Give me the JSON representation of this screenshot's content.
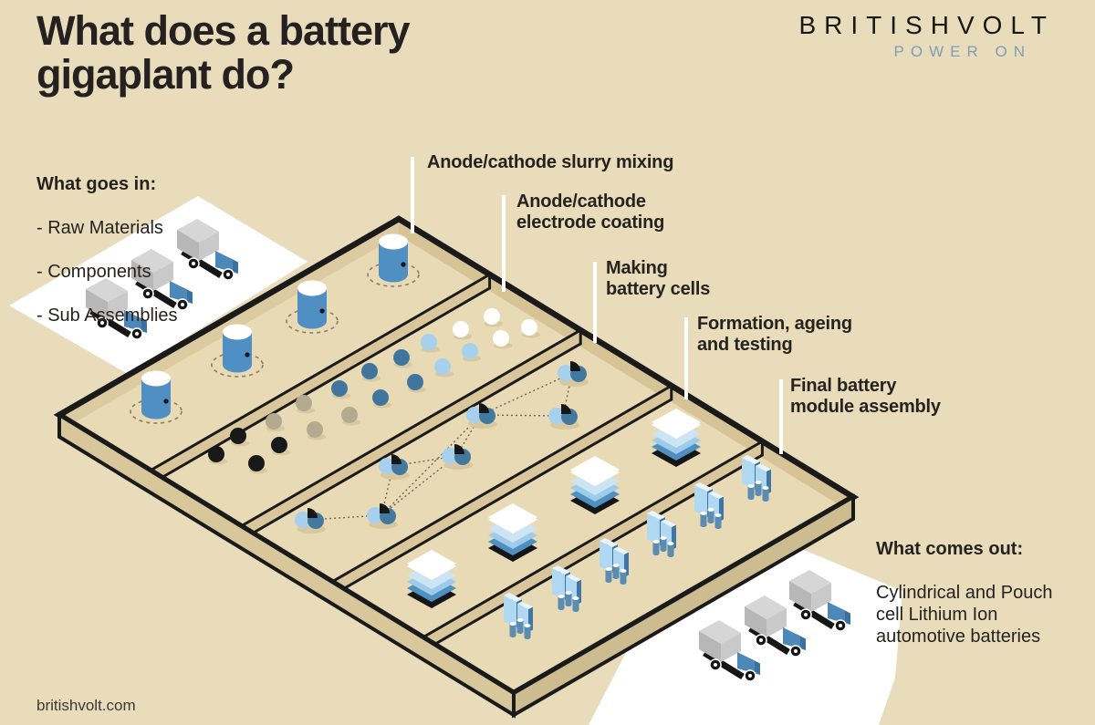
{
  "page": {
    "title": "What does a battery\ngigaplant do?",
    "footer_url": "britishvolt.com",
    "background_color": "#e9dcbb"
  },
  "logo": {
    "brand": "BRITISHVOLT",
    "tagline": "POWER ON",
    "brand_color": "#181818",
    "tagline_color": "#7d9dba"
  },
  "inputs": {
    "heading": "What goes in:",
    "items": [
      "- Raw Materials",
      "- Components",
      "- Sub Assemblies"
    ]
  },
  "outputs": {
    "heading": "What comes out:",
    "description": "Cylindrical and Pouch\ncell Lithium Ion\nautomotive batteries"
  },
  "stages": [
    {
      "label": "Anode/cathode slurry mixing",
      "icon": "mixing-drum-icon",
      "count": 4
    },
    {
      "label": "Anode/cathode\nelectrode coating",
      "icon": "electrode-dot-icon",
      "count": 20
    },
    {
      "label": "Making\nbattery cells",
      "icon": "cell-cluster-icon",
      "count": 7
    },
    {
      "label": "Formation, ageing\nand testing",
      "icon": "layer-stack-icon",
      "count": 4
    },
    {
      "label": "Final battery\nmodule assembly",
      "icon": "battery-module-icon",
      "count": 6
    }
  ],
  "vehicles": {
    "inbound_trucks": 3,
    "outbound_trucks": 3
  },
  "colors": {
    "background": "#e9dcbb",
    "floor": "#e8dab5",
    "wall_tan": "#d9c69b",
    "outline_black": "#1a1a1a",
    "accent_blue": "#4e8cbb",
    "steel_blue": "#44799f",
    "light_blue": "#a6d0ec",
    "tagline_blue": "#7d9dba",
    "white": "#ffffff"
  }
}
